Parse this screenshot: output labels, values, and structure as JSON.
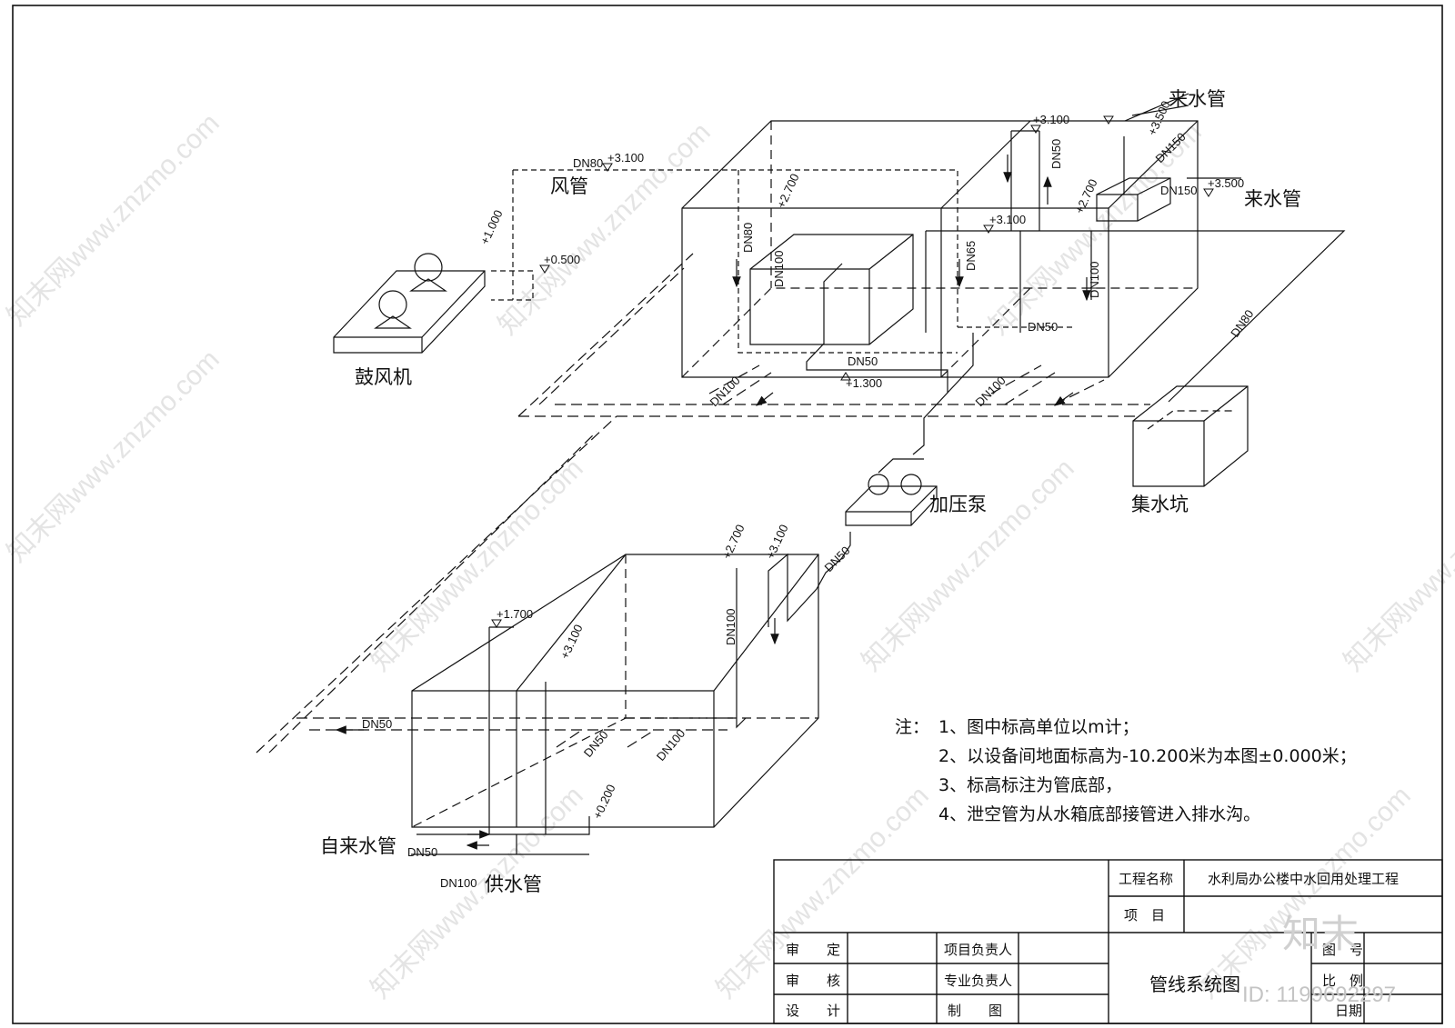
{
  "equipment": {
    "blower": "鼓风机",
    "booster_pump": "加压泵",
    "sump": "集水坑",
    "inlet_pipe_1": "来水管",
    "inlet_pipe_2": "来水管",
    "air_pipe": "风管",
    "tap_water_pipe": "自来水管",
    "supply_pipe": "供水管"
  },
  "pipe_sizes": {
    "dn80_air": "DN80",
    "dn80_tank": "DN80",
    "dn80_sump": "DN80",
    "dn50_top": "DN50",
    "dn50_mid": "DN50",
    "dn50_pump": "DN50",
    "dn50_under": "DN50",
    "dn50_drain": "DN50",
    "dn50_inlet": "DN50",
    "dn50_lower": "DN50",
    "dn65": "DN65",
    "dn100_left": "DN100",
    "dn100_right": "DN100",
    "dn100_trench_1": "DN100",
    "dn100_trench_2": "DN100",
    "dn100_riser": "DN100",
    "dn100_lower": "DN100",
    "dn100_supply": "DN100",
    "dn150_inlet": "DN150",
    "dn150_box": "DN150"
  },
  "elevations": {
    "air_pipe": "+3.100",
    "blower_1": "+1.000",
    "blower_2": "+0.500",
    "tank_top": "+3.100",
    "inlet_1": "+3.500",
    "inlet_2": "+3.500",
    "tank_valve": "+2.700",
    "tank_right_valve": "+2.700",
    "tank_pipe": "+3.100",
    "pump_pipe": "+1.300",
    "lower_1": "+2.700",
    "lower_2": "+3.100",
    "lower_3": "+1.700",
    "lower_4": "+3.100",
    "lower_5": "+0.200"
  },
  "notes": {
    "prefix": "注：",
    "n1": "1、图中标高单位以m计；",
    "n2": "2、以设备间地面标高为-10.200米为本图±0.000米；",
    "n3": "3、标高标注为管底部，",
    "n4": "4、泄空管为从水箱底部接管进入排水沟。"
  },
  "title_block": {
    "project_name_label": "工程名称",
    "project_name_value": "水利局办公楼中水回用处理工程",
    "item_label": "项　目",
    "review_label": "审　　定",
    "check_label": "审　　核",
    "design_label": "设　　计",
    "project_lead": "项目负责人",
    "discipline_lead": "专业负责人",
    "drafting": "制　　图",
    "drawing_title": "管线系统图",
    "drawing_no_label": "图　号",
    "scale_label": "比　例",
    "date_label": "日期"
  },
  "watermark": {
    "site": "知末网www.znzmo.com",
    "logo": "知末",
    "id": "ID: 1199692297"
  }
}
